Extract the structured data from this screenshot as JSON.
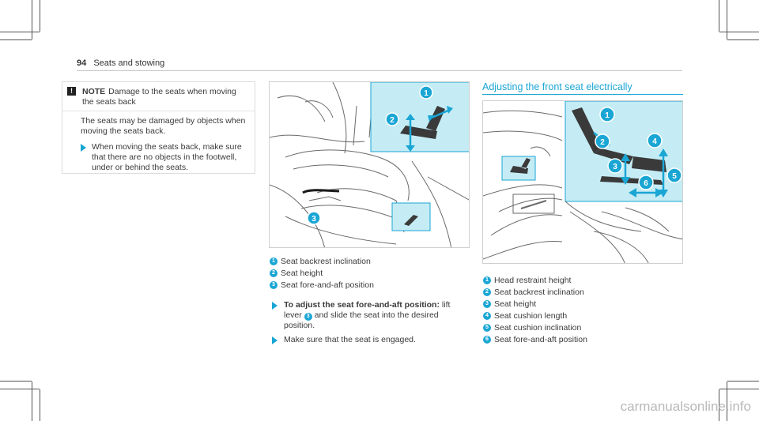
{
  "header": {
    "page_number": "94",
    "section": "Seats and stowing"
  },
  "note": {
    "icon": "exclamation-icon",
    "label": "NOTE",
    "title": "Damage to the seats when moving the seats back",
    "text": "The seats may be damaged by objects when moving the seats back.",
    "bullet": "When moving the seats back, make sure that there are no objects in the footwell, under or behind the seats."
  },
  "figure1": {
    "callouts": [
      "1",
      "2",
      "3"
    ],
    "legend": [
      {
        "num": "1",
        "label": "Seat backrest inclination"
      },
      {
        "num": "2",
        "label": "Seat height"
      },
      {
        "num": "3",
        "label": "Seat fore-and-aft position"
      }
    ]
  },
  "steps1": [
    {
      "bold": "To adjust the seat fore-and-aft position:",
      "pre": "lift lever",
      "num": "3",
      "post": "and slide the seat into the desired position."
    },
    {
      "text": "Make sure that the seat is engaged."
    }
  ],
  "section2": {
    "title": "Adjusting the front seat electrically",
    "callouts": [
      "1",
      "2",
      "3",
      "4",
      "5",
      "6"
    ],
    "legend": [
      {
        "num": "1",
        "label": "Head restraint height"
      },
      {
        "num": "2",
        "label": "Seat backrest inclination"
      },
      {
        "num": "3",
        "label": "Seat height"
      },
      {
        "num": "4",
        "label": "Seat cushion length"
      },
      {
        "num": "5",
        "label": "Seat cushion inclination"
      },
      {
        "num": "6",
        "label": "Seat fore-and-aft position"
      }
    ]
  },
  "watermark": "carmanualsonline.info",
  "colors": {
    "accent": "#1aa6d4",
    "panel": "#c5ecf4",
    "text": "#3a3a3a"
  }
}
